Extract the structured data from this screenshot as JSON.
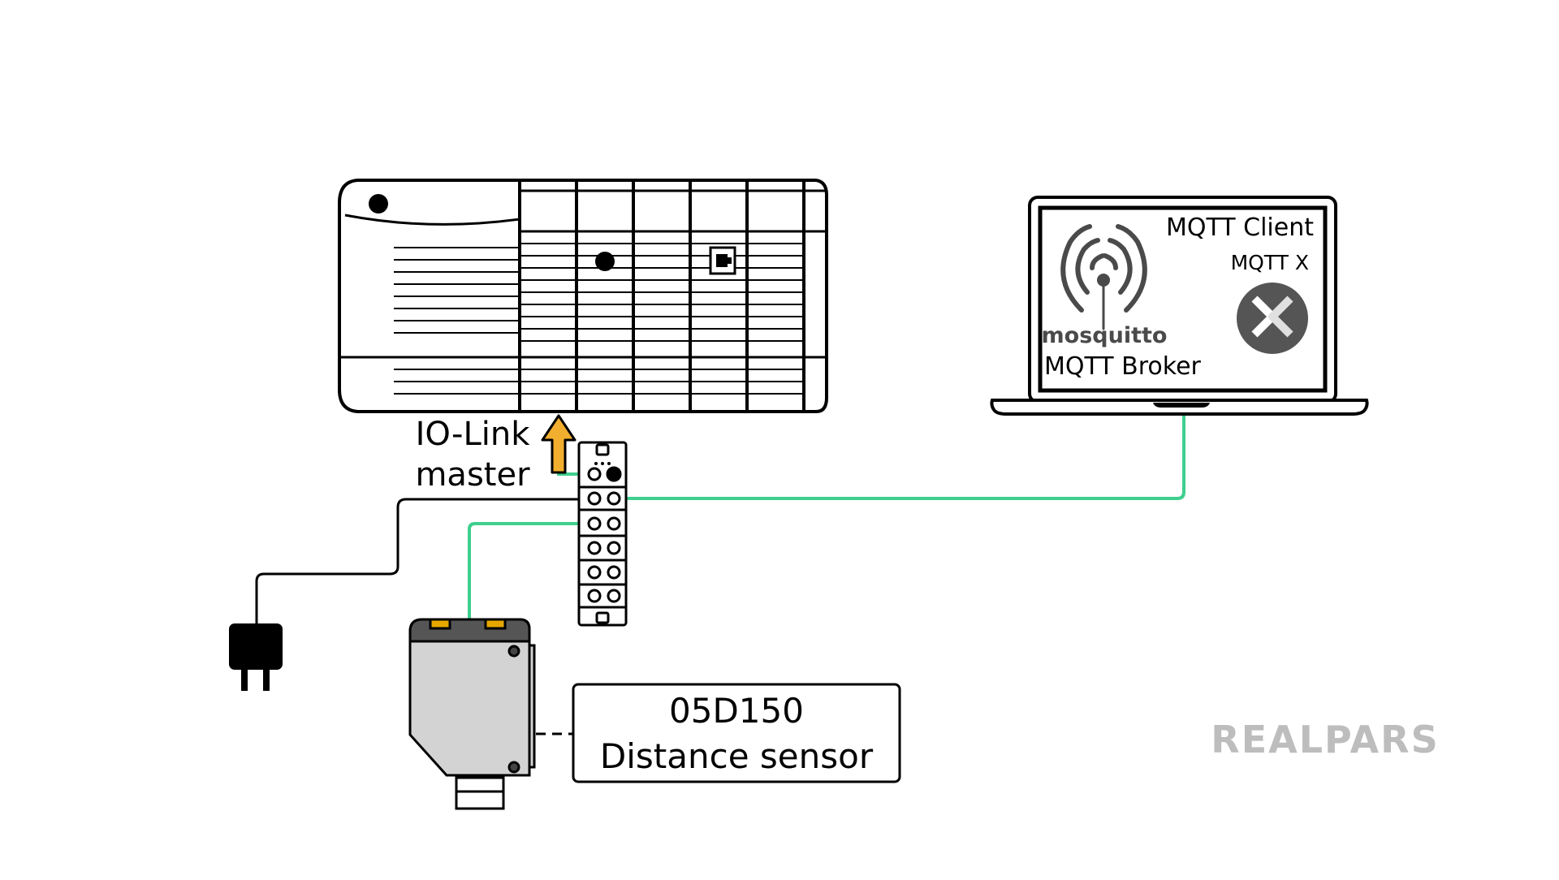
{
  "labels": {
    "io_link_line1": "IO-Link",
    "io_link_line2": "master",
    "sensor_model": "05D150",
    "sensor_type": "Distance sensor",
    "mqtt_client": "MQTT Client",
    "mqtt_x": "MQTT X",
    "mosquitto": "mosquitto",
    "mqtt_broker": "MQTT Broker",
    "brand": "REALPARS"
  },
  "colors": {
    "cable_green": "#3ecf8e",
    "arrow_orange": "#f2ae2e",
    "sensor_body": "#d3d3d3",
    "sensor_contact": "#e6a800",
    "logo_grey": "#4a4a4a",
    "brand_grey": "#bdbdbd"
  },
  "icons": {
    "plc": "plc-rack-icon",
    "io_link_master": "io-link-master-icon",
    "sensor": "distance-sensor-icon",
    "power_plug": "power-plug-icon",
    "laptop": "laptop-icon",
    "mosquitto": "mosquitto-logo-icon",
    "mqttx": "mqttx-logo-icon"
  }
}
